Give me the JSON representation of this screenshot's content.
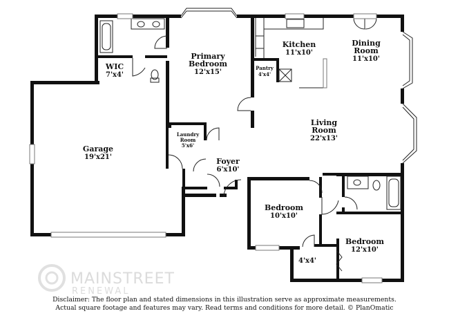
{
  "rooms": {
    "wic": {
      "name": "WIC",
      "dims": "7'x4'"
    },
    "primary_bedroom": {
      "name_line1": "Primary",
      "name_line2": "Bedroom",
      "dims": "12'x15'"
    },
    "kitchen": {
      "name": "Kitchen",
      "dims": "11'x10'"
    },
    "dining_room": {
      "name_line1": "Dining",
      "name_line2": "Room",
      "dims": "11'x10'"
    },
    "pantry": {
      "name": "Pantry",
      "dims": "4'x4'"
    },
    "garage": {
      "name": "Garage",
      "dims": "19'x21'"
    },
    "laundry_room": {
      "name_line1": "Laundry",
      "name_line2": "Room",
      "dims": "5'x6'"
    },
    "living_room": {
      "name_line1": "Living",
      "name_line2": "Room",
      "dims": "22'x13'"
    },
    "foyer": {
      "name": "Foyer",
      "dims": "6'x10'"
    },
    "bedroom_1": {
      "name": "Bedroom",
      "dims": "10'x10'"
    },
    "bedroom_2": {
      "name": "Bedroom",
      "dims": "12'x10'"
    },
    "closet": {
      "dims": "4'x4'"
    }
  },
  "watermark": {
    "line1": "MAINSTREET",
    "line2": "RENEWAL"
  },
  "disclaimer": {
    "line1": "Disclaimer: The floor plan and stated dimensions in this illustration serve as approximate measurements.",
    "line2": "Actual square footage and features may vary. Read terms and conditions for more detail. © PlanOmatic"
  }
}
